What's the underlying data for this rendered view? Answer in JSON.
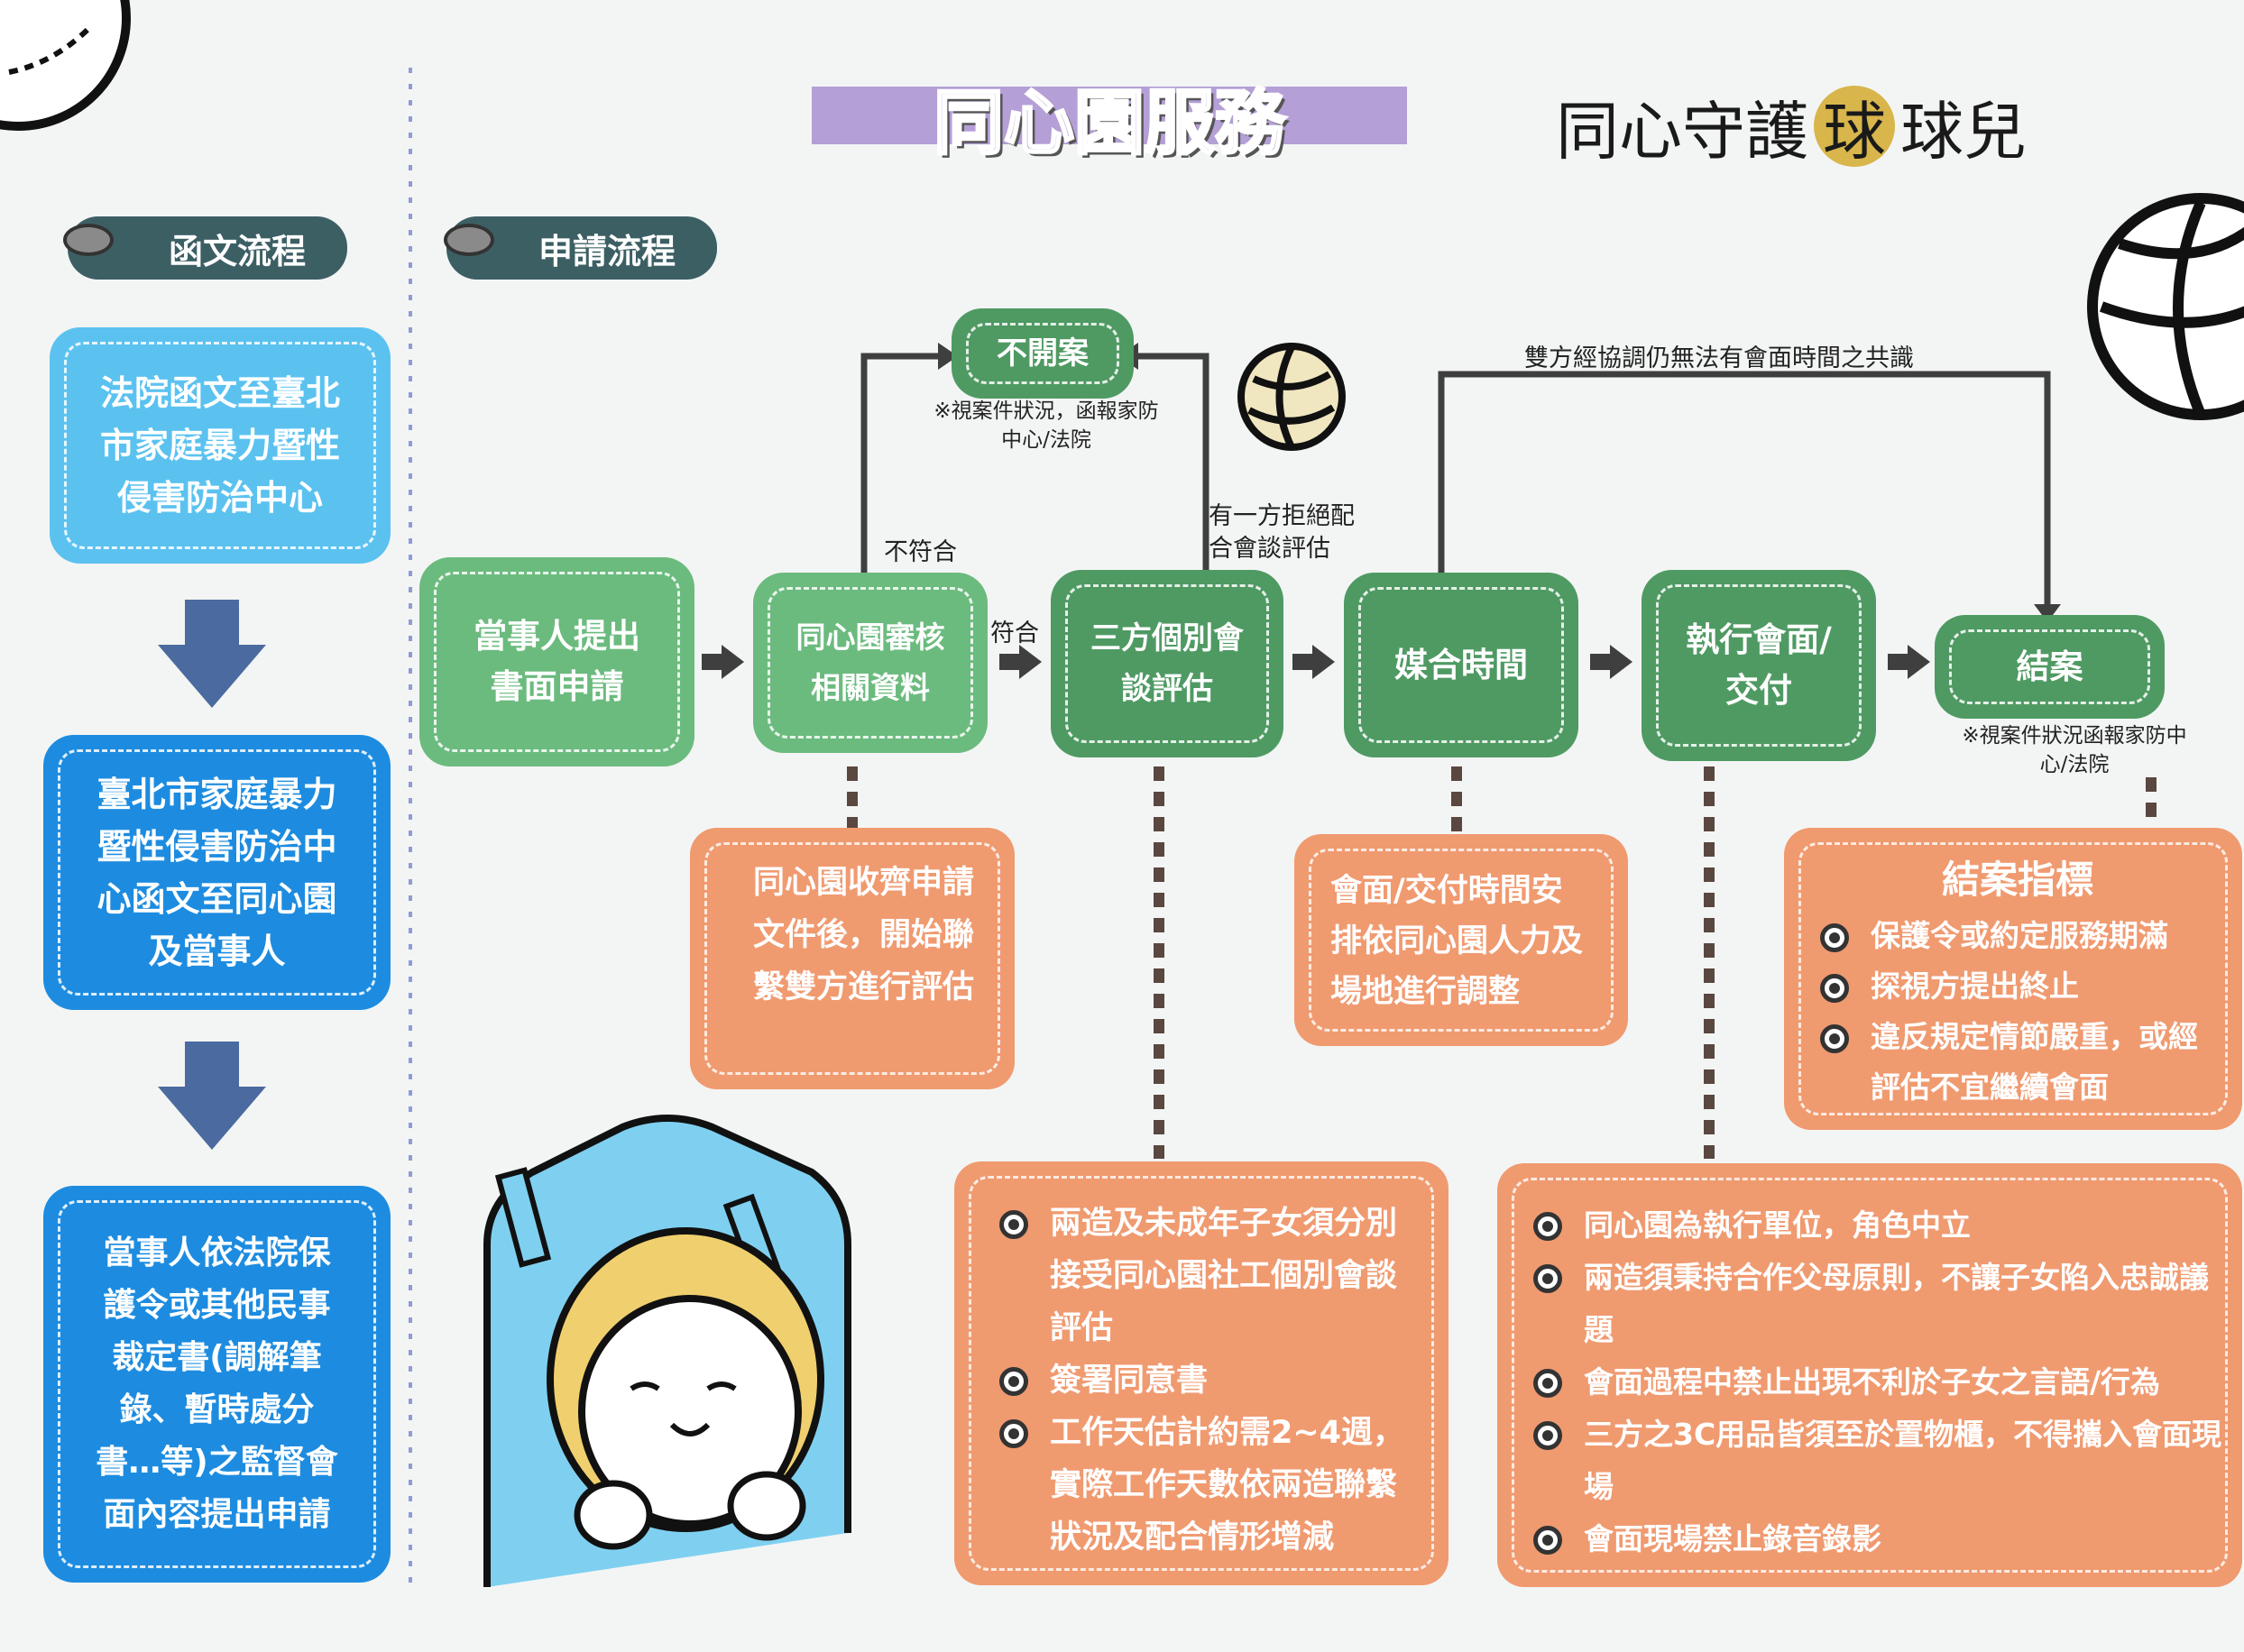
{
  "header": {
    "title": "同心園服務",
    "brand_main": "同心守護",
    "brand_ball": "球",
    "brand_tail": "球兒"
  },
  "left": {
    "section_title": "函文流程",
    "step1": "法院函文至臺北市家庭暴力暨性侵害防治中心",
    "step2": "臺北市家庭暴力暨性侵害防治中心函文至同心園及當事人",
    "step3": "當事人依法院保護令或其他民事裁定書(調解筆錄、暫時處分書…等)之監督會面內容提出申請"
  },
  "flow": {
    "section_title": "申請流程",
    "s1": "當事人提出書面申請",
    "s2": "同心園審核相關資料",
    "s3": "三方個別會談評估",
    "s4": "媒合時間",
    "s5": "執行會面/交付",
    "s6": "結案",
    "reject": "不開案",
    "reject_note": "※視案件狀況，函報家防中心/法院",
    "close_note": "※視案件狀況函報家防中心/法院",
    "lbl_not_match": "不符合",
    "lbl_match": "符合",
    "lbl_refuse": "有一方拒絕配合會談評估",
    "lbl_no_consensus": "雙方經協調仍無法有會面時間之共識"
  },
  "details": {
    "d2": "同心園收齊申請文件後，開始聯繫雙方進行評估",
    "d4": "會面/交付時間安排依同心園人力及場地進行調整",
    "close_title": "結案指標",
    "close_items": [
      "保護令或約定服務期滿",
      "探視方提出終止",
      "違反規定情節嚴重，或經評估不宜繼續會面"
    ],
    "assess_items": [
      "兩造及未成年子女須分別接受同心園社工個別會談評估",
      "簽署同意書",
      "工作天估計約需2~4週，實際工作天數依兩造聯繫狀況及配合情形增減"
    ],
    "exec_items": [
      "同心園為執行單位，角色中立",
      "兩造須秉持合作父母原則，不讓子女陷入忠誠議題",
      "會面過程中禁止出現不利於子女之言語/行為",
      "三方之3C用品皆須至於置物櫃，不得攜入會面現場",
      "會面現場禁止錄音錄影"
    ]
  },
  "colors": {
    "green": "#4f9a63",
    "green_light": "#6bbb7e",
    "blue_light": "#5bc2f0",
    "blue_dark": "#1d8ce0",
    "orange": "#f09a70",
    "purple": "#b49fd6"
  }
}
